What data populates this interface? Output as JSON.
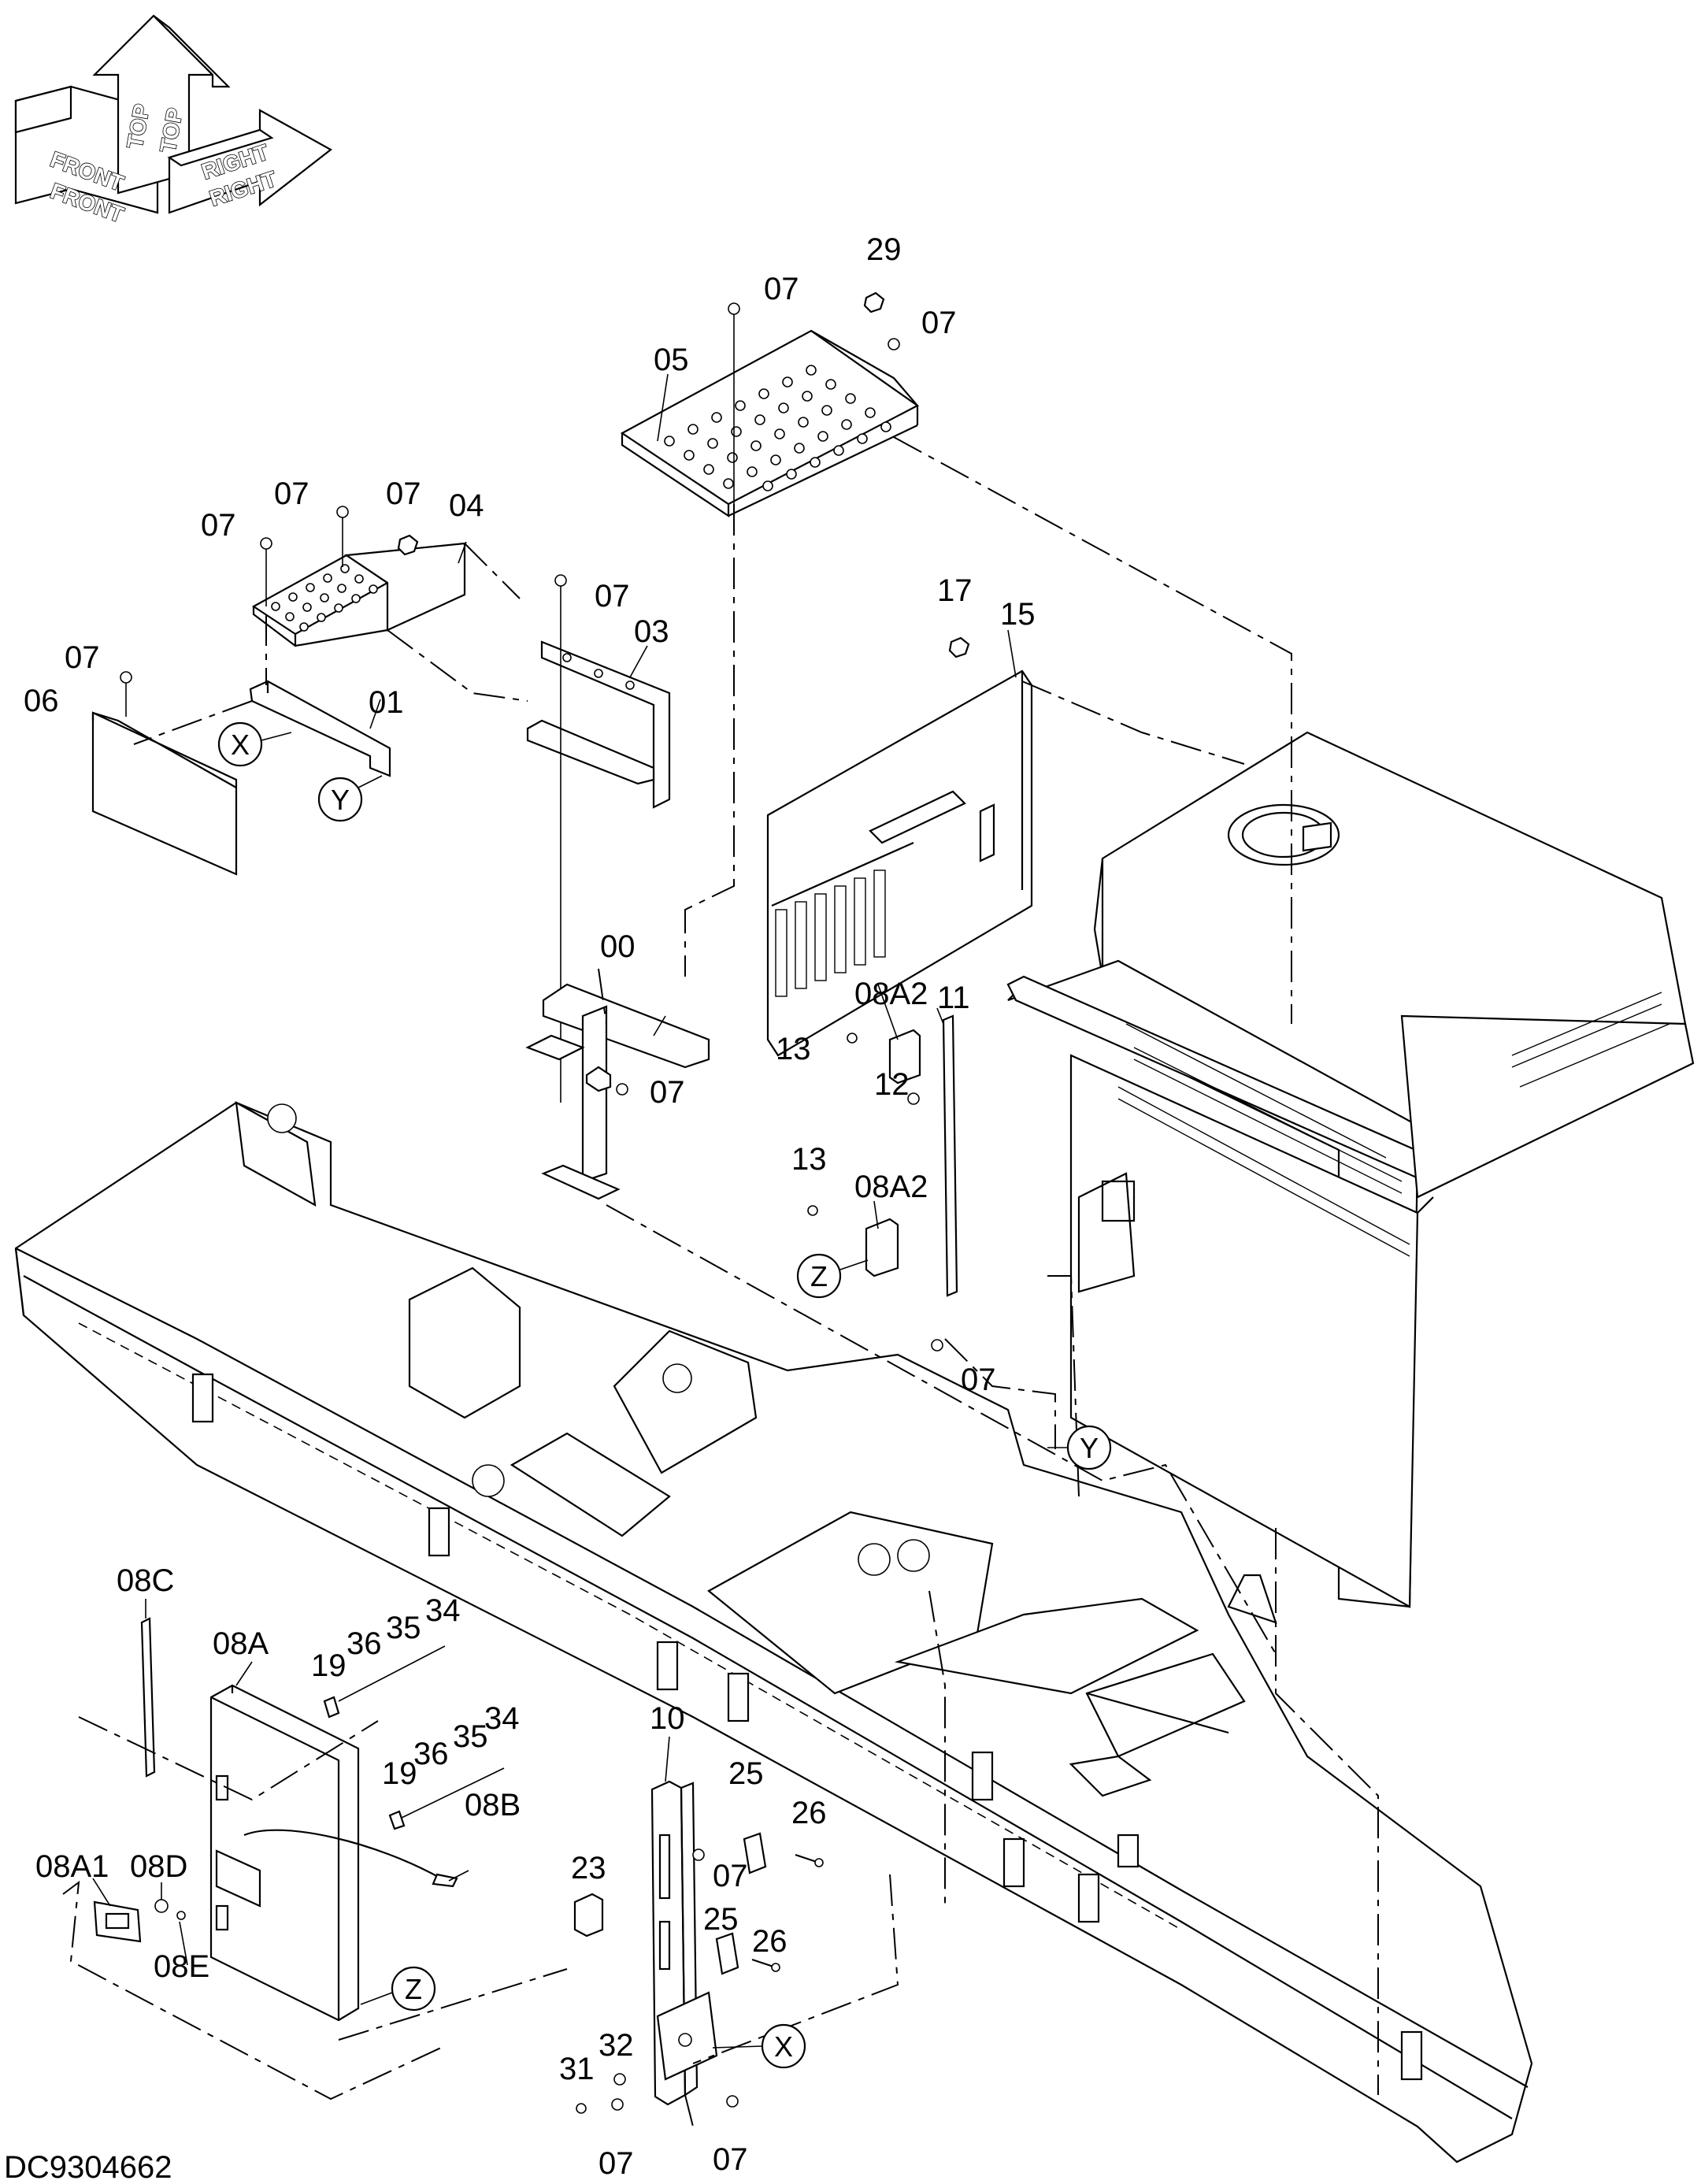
{
  "drawing_id": "DC9304662",
  "orientation_indicator": {
    "labels": {
      "front": "FRONT",
      "top": "TOP",
      "right": "RIGHT"
    }
  },
  "callouts": [
    {
      "label": "29"
    },
    {
      "label": "07"
    },
    {
      "label": "07"
    },
    {
      "label": "05"
    },
    {
      "label": "07"
    },
    {
      "label": "07"
    },
    {
      "label": "07"
    },
    {
      "label": "04"
    },
    {
      "label": "07"
    },
    {
      "label": "03"
    },
    {
      "label": "07"
    },
    {
      "label": "01"
    },
    {
      "label": "06"
    },
    {
      "label": "17"
    },
    {
      "label": "15"
    },
    {
      "label": "00"
    },
    {
      "label": "08A2"
    },
    {
      "label": "11"
    },
    {
      "label": "13"
    },
    {
      "label": "07"
    },
    {
      "label": "12"
    },
    {
      "label": "13"
    },
    {
      "label": "08A2"
    },
    {
      "label": "07"
    },
    {
      "label": "08C"
    },
    {
      "label": "08A"
    },
    {
      "label": "19"
    },
    {
      "label": "36"
    },
    {
      "label": "35"
    },
    {
      "label": "34"
    },
    {
      "label": "19"
    },
    {
      "label": "36"
    },
    {
      "label": "35"
    },
    {
      "label": "34"
    },
    {
      "label": "08B"
    },
    {
      "label": "10"
    },
    {
      "label": "25"
    },
    {
      "label": "26"
    },
    {
      "label": "23"
    },
    {
      "label": "07"
    },
    {
      "label": "08A1"
    },
    {
      "label": "08D"
    },
    {
      "label": "25"
    },
    {
      "label": "26"
    },
    {
      "label": "08E"
    },
    {
      "label": "31"
    },
    {
      "label": "32"
    },
    {
      "label": "07"
    },
    {
      "label": "07"
    }
  ],
  "reference_markers": [
    {
      "letter": "X"
    },
    {
      "letter": "Y"
    },
    {
      "letter": "Z"
    },
    {
      "letter": "Y"
    },
    {
      "letter": "Z"
    },
    {
      "letter": "X"
    }
  ]
}
